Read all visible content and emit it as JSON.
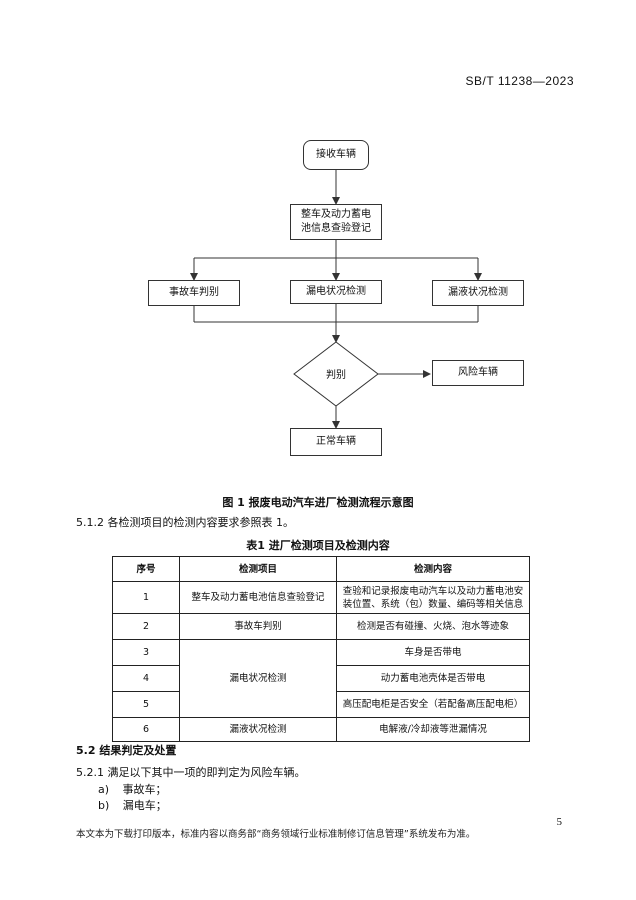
{
  "header": {
    "code": "SB/T 11238—2023"
  },
  "flowchart": {
    "start": "接收车辆",
    "register": "整车及动力蓄电池信息查验登记",
    "branch_left": "事故车判别",
    "branch_mid": "漏电状况检测",
    "branch_right": "漏液状况检测",
    "decision": "判别",
    "risk": "风险车辆",
    "normal": "正常车辆"
  },
  "figure_caption": "图 1  报废电动汽车进厂检测流程示意图",
  "para_512": "5.1.2   各检测项目的检测内容要求参照表 1。",
  "table": {
    "caption": "表1   进厂检测项目及检测内容",
    "headers": [
      "序号",
      "检测项目",
      "检测内容"
    ],
    "rows": [
      {
        "no": "1",
        "item": "整车及动力蓄电池信息查验登记",
        "content": "查验和记录报废电动汽车以及动力蓄电池安装位置、系统（包）数量、编码等相关信息"
      },
      {
        "no": "2",
        "item": "事故车判别",
        "content": "检测是否有碰撞、火烧、泡水等迹象"
      },
      {
        "no": "3",
        "item": "漏电状况检测",
        "content": "车身是否带电"
      },
      {
        "no": "4",
        "item": "",
        "content": "动力蓄电池壳体是否带电"
      },
      {
        "no": "5",
        "item": "",
        "content": "高压配电柜是否安全（若配备高压配电柜）"
      },
      {
        "no": "6",
        "item": "漏液状况检测",
        "content": "电解液/冷却液等泄漏情况"
      }
    ]
  },
  "section_52": "5.2   结果判定及处置",
  "para_521": "5.2.1   满足以下其中一项的即判定为风险车辆。",
  "list": [
    {
      "marker": "a)",
      "text": "事故车；"
    },
    {
      "marker": "b)",
      "text": "漏电车；"
    }
  ],
  "page_number": "5",
  "footer_note": "本文本为下载打印版本，标准内容以商务部“商务领域行业标准制修订信息管理”系统发布为准。"
}
